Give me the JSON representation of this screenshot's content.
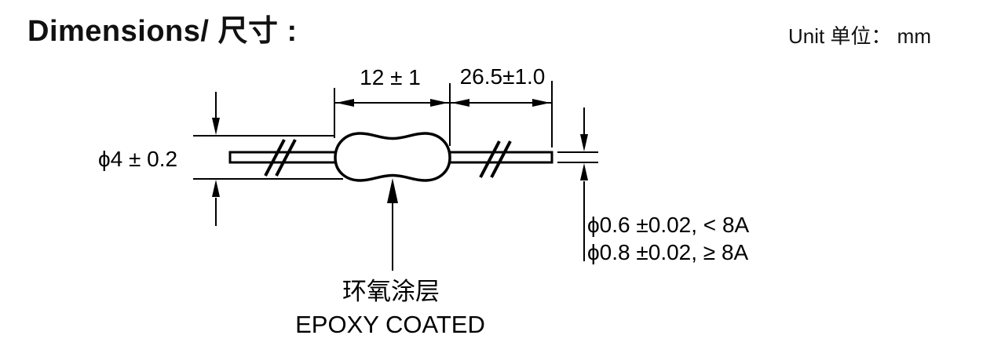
{
  "header": {
    "title": "Dimensions/ 尺寸 :",
    "unit": "Unit 单位： mm"
  },
  "diagram": {
    "dims": {
      "body_length": "12 ± 1",
      "lead_length": "26.5±1.0",
      "body_diameter": "ϕ4 ± 0.2",
      "lead_dia_small": "ϕ0.6 ±0.02, < 8A",
      "lead_dia_large": "ϕ0.8 ±0.02, ≥ 8A"
    },
    "coating_label_cn": "环氧涂层",
    "coating_label_en": "EPOXY COATED",
    "colors": {
      "line": "#000000",
      "text": "#000000",
      "background": "#ffffff"
    }
  }
}
